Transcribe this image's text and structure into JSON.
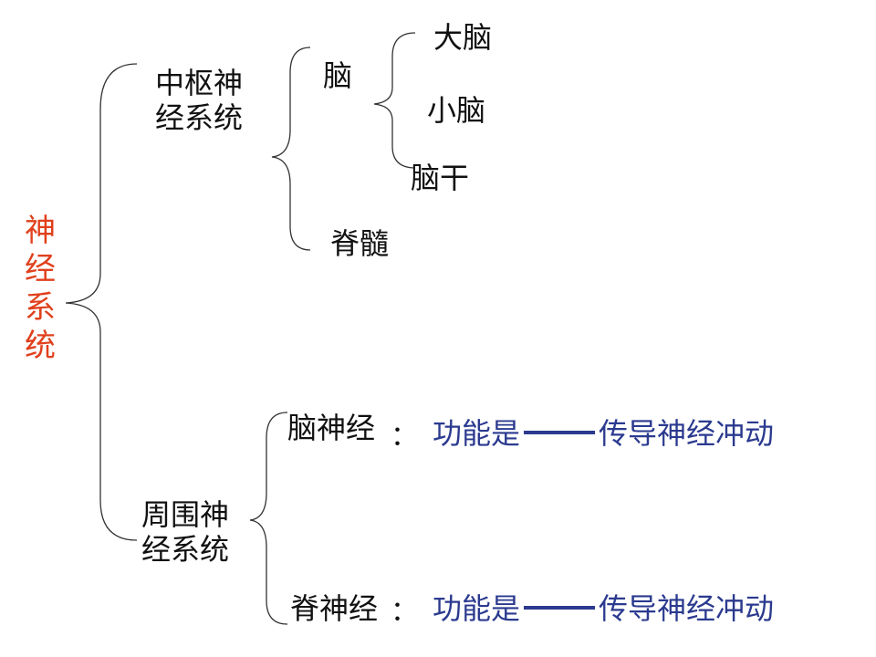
{
  "root": "神经系统",
  "central": {
    "label": "中枢神经系统",
    "children": {
      "brain": {
        "label": "脑",
        "parts": [
          "大脑",
          "小脑",
          "脑干"
        ]
      },
      "spinal_cord": "脊髓"
    }
  },
  "peripheral": {
    "label": "周围神经系统",
    "nerves": [
      {
        "name": "脑神经",
        "sep": "：",
        "desc_prefix": "功能是",
        "desc_suffix": "传导神经冲动"
      },
      {
        "name": "脊神经",
        "sep": "：",
        "desc_prefix": "功能是",
        "desc_suffix": "传导神经冲动"
      }
    ]
  },
  "colors": {
    "root": "#e0401c",
    "text": "#111111",
    "function_text": "#2b3a8f",
    "brace": "#333333"
  }
}
